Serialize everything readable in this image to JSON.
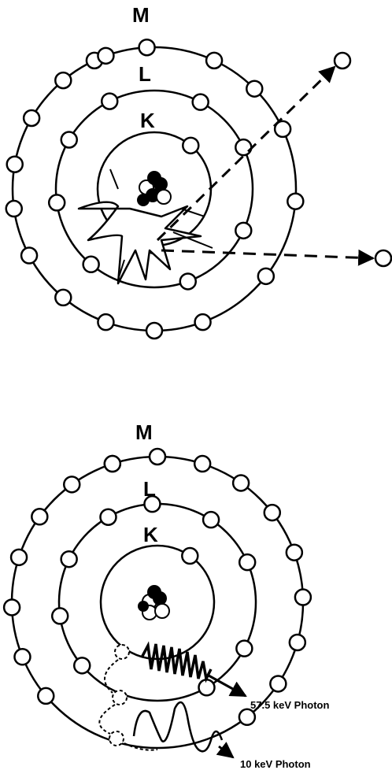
{
  "diagram_top": {
    "shell_labels": {
      "outer": "M",
      "middle": "L",
      "inner": "K"
    }
  },
  "diagram_bottom": {
    "shell_labels": {
      "outer": "M",
      "middle": "L",
      "inner": "K"
    },
    "photons": [
      {
        "label": "57.5 keV Photon"
      },
      {
        "label": "10 keV Photon"
      }
    ]
  }
}
